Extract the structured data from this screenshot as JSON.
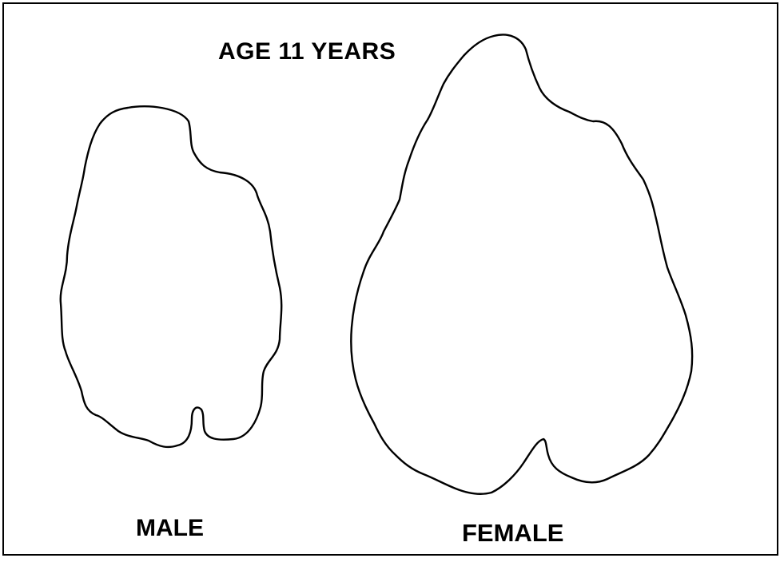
{
  "figure": {
    "title": "AGE 11 YEARS",
    "outlines": [
      {
        "name": "male-outline",
        "label": "MALE"
      },
      {
        "name": "female-outline",
        "label": "FEMALE"
      }
    ],
    "colors": {
      "stroke": "#000000",
      "background": "#ffffff"
    }
  }
}
